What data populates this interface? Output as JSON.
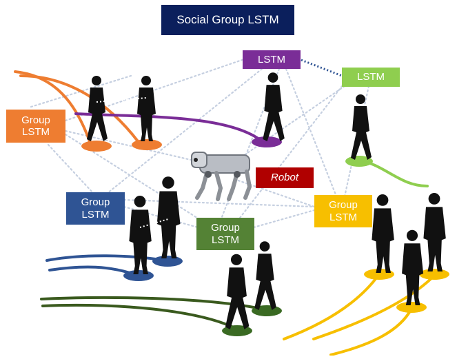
{
  "title": "Social Group LSTM",
  "nodes": {
    "lstm_purple": {
      "label": "LSTM",
      "color": "#7a2d97"
    },
    "lstm_green": {
      "label": "LSTM",
      "color": "#8fce4f"
    },
    "group_orange": {
      "label": "Group\nLSTM",
      "color": "#ee7d31"
    },
    "group_blue": {
      "label": "Group\nLSTM",
      "color": "#2f5494"
    },
    "group_green": {
      "label": "Group\nLSTM",
      "color": "#548235"
    },
    "group_yellow": {
      "label": "Group\nLSTM",
      "color": "#f7bf00"
    },
    "robot": {
      "label": "Robot",
      "color": "#b00000"
    }
  },
  "colors": {
    "title_bg": "#0b1f5c",
    "dotted_links": "#c5cfe0",
    "silhouette": "#111111"
  }
}
